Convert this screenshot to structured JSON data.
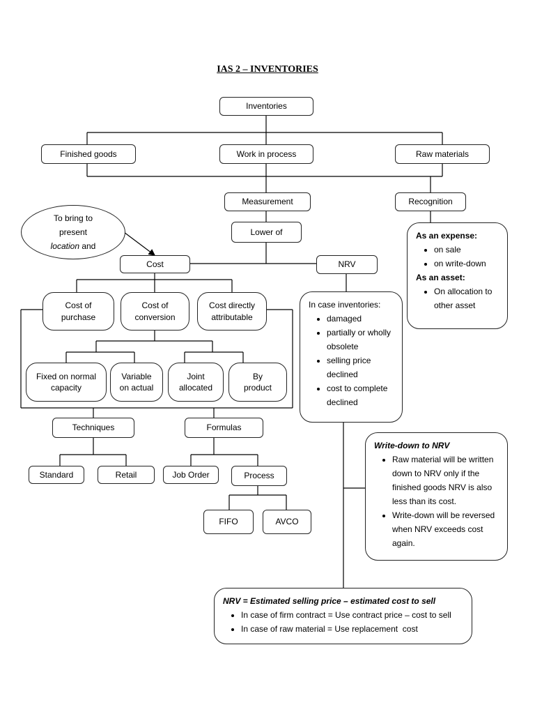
{
  "title": "IAS 2 – INVENTORIES",
  "nodes": {
    "inventories": "Inventories",
    "finished_goods": "Finished goods",
    "work_in_process": "Work in process",
    "raw_materials": "Raw materials",
    "measurement": "Measurement",
    "recognition": "Recognition",
    "lower_of": "Lower of",
    "cost": "Cost",
    "nrv": "NRV",
    "cost_of_purchase": [
      "Cost of",
      "purchase"
    ],
    "cost_of_conversion": [
      "Cost of",
      "conversion"
    ],
    "cost_directly_attributable": [
      "Cost directly",
      "attributable"
    ],
    "fixed_on_normal_capacity": [
      "Fixed on normal",
      "capacity"
    ],
    "variable_on_actual": [
      "Variable",
      "on actual"
    ],
    "joint_allocated": [
      "Joint",
      "allocated"
    ],
    "by_product": [
      "By",
      "product"
    ],
    "techniques": "Techniques",
    "formulas": "Formulas",
    "standard": "Standard",
    "retail": "Retail",
    "job_order": "Job Order",
    "process": "Process",
    "fifo": "FIFO",
    "avco": "AVCO"
  },
  "oval": {
    "line1": "To bring to",
    "line2": "present",
    "line3_italic": "location",
    "line3_rest": " and"
  },
  "recognition_panel": {
    "expense_heading": "As an expense:",
    "expense_items": [
      "on sale",
      "on write-down"
    ],
    "asset_heading": "As an asset:",
    "asset_items": [
      "On allocation to other asset"
    ]
  },
  "nrv_cases_panel": {
    "heading": "In case inventories:",
    "items": [
      "damaged",
      "partially or wholly obsolete",
      "selling price declined",
      "cost to complete declined"
    ]
  },
  "writedown_panel": {
    "heading": "Write-down to NRV",
    "items": [
      "Raw material will be written down to NRV only if the finished goods NRV is also less than its cost.",
      "Write-down will be reversed when NRV exceeds cost again."
    ]
  },
  "formula_panel": {
    "heading": "NRV = Estimated selling price – estimated cost to sell",
    "items": [
      "In case of firm contract = Use contract price – cost to sell",
      "In case of raw material = Use replacement  cost"
    ]
  }
}
